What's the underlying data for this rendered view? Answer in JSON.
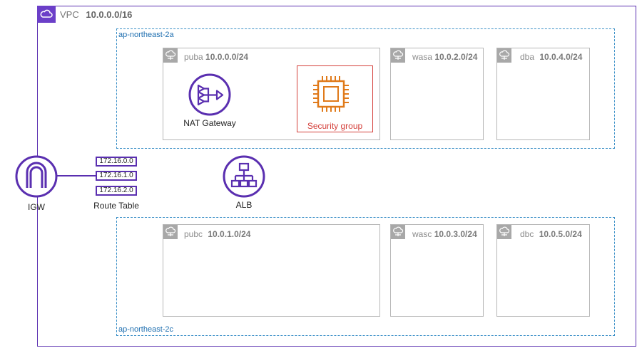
{
  "vpc": {
    "name": "VPC",
    "cidr": "10.0.0.0/16",
    "color": "#6b3fc8"
  },
  "zones": [
    {
      "name": "ap-northeast-2a"
    },
    {
      "name": "ap-northeast-2c"
    }
  ],
  "subnets": {
    "puba": {
      "name": "puba",
      "cidr": "10.0.0.0/24"
    },
    "wasa": {
      "name": "wasa",
      "cidr": "10.0.2.0/24"
    },
    "dba": {
      "name": "dba",
      "cidr": "10.0.4.0/24"
    },
    "pubc": {
      "name": "pubc",
      "cidr": "10.0.1.0/24"
    },
    "wasc": {
      "name": "wasc",
      "cidr": "10.0.3.0/24"
    },
    "dbc": {
      "name": "dbc",
      "cidr": "10.0.5.0/24"
    }
  },
  "nat_gateway": {
    "label": "NAT Gateway",
    "icon": "nat-gateway-icon"
  },
  "security_group": {
    "label": "Security group",
    "icon": "ec2-instance-icon",
    "color": "#d43f3a"
  },
  "igw": {
    "label": "IGW",
    "icon": "internet-gateway-icon"
  },
  "route_table": {
    "label": "Route Table",
    "entries": [
      "172.16.0.0",
      "172.16.1.0",
      "172.16.2.0"
    ]
  },
  "alb": {
    "label": "ALB",
    "icon": "load-balancer-icon"
  },
  "colors": {
    "az_border": "#3a8fc7",
    "subnet_border": "#b7b7b7",
    "purple": "#5a2fb0",
    "orange": "#e07a1a"
  }
}
